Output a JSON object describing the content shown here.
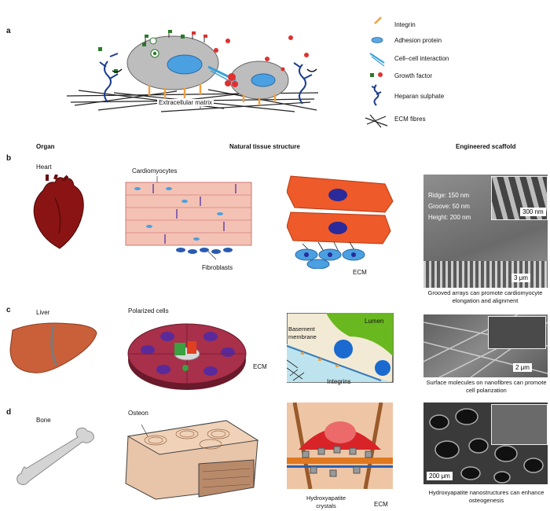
{
  "panels": {
    "a": "a",
    "b": "b",
    "c": "c",
    "d": "d"
  },
  "legend": [
    {
      "icon": "integrin-icon",
      "label": "Integrin",
      "color": "#f0a040"
    },
    {
      "icon": "adhesion-protein-icon",
      "label": "Adhesion protein",
      "color": "#5aa8e0"
    },
    {
      "icon": "cell-cell-interaction-icon",
      "label": "Cell–cell interaction",
      "color": "#3aa0d8"
    },
    {
      "icon": "growth-factor-icon",
      "label": "Growth factor",
      "color": "#e03030"
    },
    {
      "icon": "heparan-sulphate-icon",
      "label": "Heparan sulphate",
      "color": "#1c3c8c"
    },
    {
      "icon": "ecm-fibres-icon",
      "label": "ECM fibres",
      "color": "#222222"
    }
  ],
  "panel_a": {
    "ecm_label": "Extracellular matrix"
  },
  "headers": {
    "organ": "Organ",
    "natural": "Natural tissue structure",
    "engineered": "Engineered scaffold"
  },
  "heart": {
    "organ": "Heart",
    "cardio": "Cardiomyocytes",
    "fibro": "Fibroblasts",
    "ecm": "ECM",
    "ridge": "Ridge: 150 nm",
    "groove": "Groove: 50 nm",
    "height": "Height: 200 nm",
    "inset_scale": "300 nm",
    "scale": "3 μm",
    "caption": "Grooved arrays can promote cardiomyocyte elongation and alignment"
  },
  "liver": {
    "organ": "Liver",
    "polarized": "Polarized cells",
    "lumen": "Lumen",
    "basement": "Basement membrane",
    "ecm": "ECM",
    "integrins": "Integrins",
    "scale": "2 μm",
    "caption": "Surface molecules on nanofibres can promote cell polarization"
  },
  "bone": {
    "organ": "Bone",
    "osteon": "Osteon",
    "hydroxy": "Hydroxyapatite crystals",
    "ecm": "ECM",
    "scale": "200 μm",
    "caption": "Hydroxyapatite nanostructures can enhance osteogenesis"
  }
}
